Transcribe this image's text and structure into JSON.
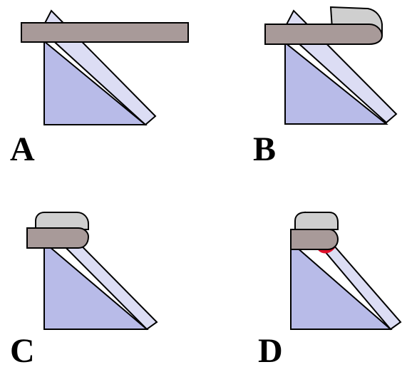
{
  "panels": [
    {
      "label": "A",
      "stage": "strip-flat"
    },
    {
      "label": "B",
      "stage": "end-curled"
    },
    {
      "label": "C",
      "stage": "rolled-over"
    },
    {
      "label": "D",
      "stage": "rolled-marked"
    }
  ],
  "colors": {
    "block_fill": "#b8bbe8",
    "slant_fill": "#dcddf4",
    "strip_fill": "#a89a99",
    "curl_fill": "#cfcfcf",
    "mark_fill": "#e0102a",
    "outline": "#000000"
  }
}
